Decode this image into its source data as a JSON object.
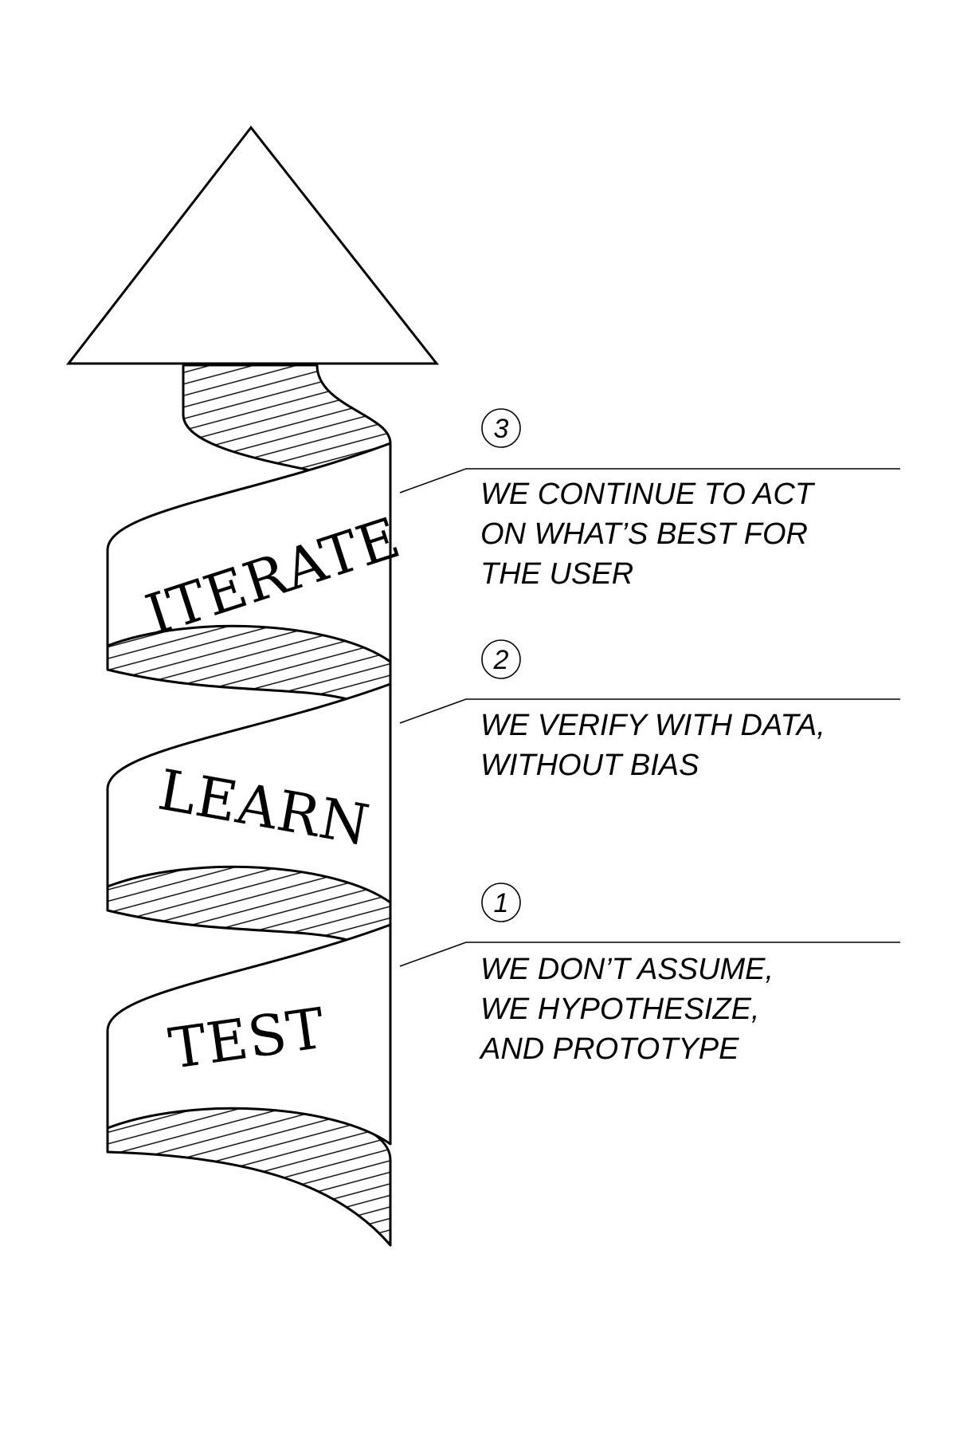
{
  "ribbon_words": {
    "iterate": "ITERATE",
    "learn": "LEARN",
    "test": "TEST"
  },
  "steps": [
    {
      "number": "3",
      "lines": [
        "WE CONTINUE TO ACT",
        "ON WHAT’S BEST FOR",
        "THE USER"
      ]
    },
    {
      "number": "2",
      "lines": [
        "WE VERIFY WITH DATA,",
        "WITHOUT BIAS"
      ]
    },
    {
      "number": "1",
      "lines": [
        "WE DON’T ASSUME,",
        "WE HYPOTHESIZE,",
        "AND PROTOTYPE"
      ]
    }
  ]
}
